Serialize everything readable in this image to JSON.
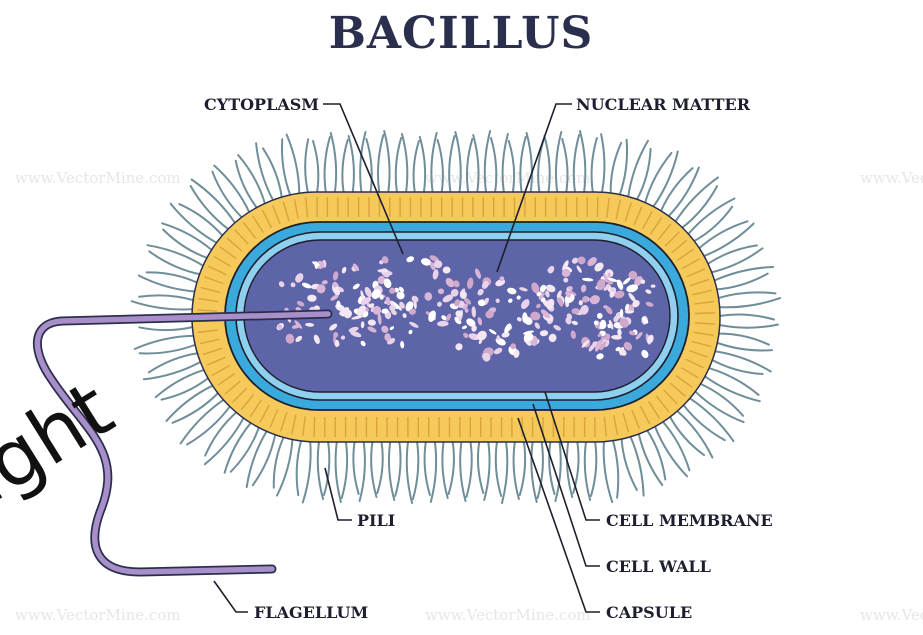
{
  "title": "BACILLUS",
  "labels": {
    "cytoplasm": "CYTOPLASM",
    "nuclear_matter": "NUCLEAR MATTER",
    "pili": "PILI",
    "cell_membrane": "CELL MEMBRANE",
    "cell_wall": "CELL WALL",
    "capsule": "CAPSULE",
    "flagellum": "FLAGELLUM"
  },
  "watermark": {
    "site": "www.VectorMine.com",
    "overlay": "ight"
  },
  "colors": {
    "title": "#2b2f4e",
    "capsule": "#f5c95a",
    "cell_wall": "#3aa9dc",
    "cytoplasm": "#5d64a8",
    "nuclear_matter": "#e9d3ea",
    "pili": "#6f8e99",
    "flagellum": "#a98fc9"
  }
}
